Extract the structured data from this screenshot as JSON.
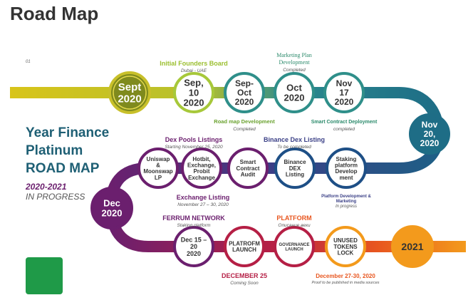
{
  "page_title": "Road Map",
  "small_mark": "01",
  "roadmap_title": [
    "Year Finance",
    "Platinum",
    "ROAD MAP"
  ],
  "roadmap_years": "2020-2021",
  "roadmap_status": "IN PROGRESS",
  "colors": {
    "yellow": "#d8c419",
    "green": "#8dc23f",
    "teal": "#1e6d86",
    "purple": "#6b1f6e",
    "orange": "#f39a1c",
    "title": "#1e5f74",
    "logo": "#1f9a48"
  },
  "milestones": [
    {
      "lines": [
        "Sept",
        "2020"
      ],
      "style": "filled-olive"
    },
    {
      "lines": [
        "Sep,",
        "10",
        "2020"
      ],
      "style": "ring-green"
    },
    {
      "lines": [
        "Sep-",
        "Oct",
        "2020"
      ],
      "style": "ring-teal"
    },
    {
      "lines": [
        "Oct",
        "2020"
      ],
      "style": "ring-teal"
    },
    {
      "lines": [
        "Nov",
        "17",
        "2020"
      ],
      "style": "ring-teal"
    },
    {
      "lines": [
        "Nov",
        "20,",
        "2020"
      ],
      "style": "filled-teal"
    },
    {
      "lines": [
        "Staking",
        "platform",
        "Develop",
        "ment"
      ],
      "style": "ring-navy"
    },
    {
      "lines": [
        "Binance",
        "DEX",
        "Listing"
      ],
      "style": "ring-navy"
    },
    {
      "lines": [
        "Smart",
        "Contract",
        "Audit"
      ],
      "style": "ring-purple"
    },
    {
      "lines": [
        "Hotbit,",
        "Exchange,",
        "Probit",
        "Exchange"
      ],
      "style": "ring-purple"
    },
    {
      "lines": [
        "Uniswap",
        "&",
        "Moonswap",
        "LP"
      ],
      "style": "ring-purple"
    },
    {
      "lines": [
        "Dec",
        "2020"
      ],
      "style": "filled-purple"
    },
    {
      "lines": [
        "Dec 15 –",
        "20",
        "2020"
      ],
      "style": "ring-purple"
    },
    {
      "lines": [
        "PLATROFM",
        "LAUNCH"
      ],
      "style": "ring-red"
    },
    {
      "lines": [
        "GOVERNANCE",
        "LAUNCH"
      ],
      "style": "ring-red"
    },
    {
      "lines": [
        "UNUSED",
        "TOKENS",
        "LOCK"
      ],
      "style": "ring-orange"
    },
    {
      "lines": [
        "2021"
      ],
      "style": "filled-orange"
    }
  ],
  "labels": {
    "founders_board": "Initial Founders Board",
    "founders_board_sub": "Dubai - UAE",
    "marketing_plan": [
      "Marketing Plan",
      "Development"
    ],
    "marketing_plan_sub": "Completed",
    "road_map_dev": "Road map Development",
    "road_map_dev_sub": "Completed",
    "smart_contract_dep": "Smart Contract Deployment",
    "smart_contract_dep_sub": "completed",
    "dex_pools": "Dex Pools Listings",
    "dex_pools_sub": "Starting November 25, 2020",
    "binance_dex": "Binance Dex Listing",
    "binance_dex_sub": "To be completed",
    "exchange_listing": "Exchange Listing",
    "exchange_listing_sub": "November 27 – 30, 2020",
    "platform_dev": [
      "Platform Development  &",
      "Marketing"
    ],
    "platform_dev_sub": "In progress",
    "ferrum": "FERRUM NETWORK",
    "ferrum_sub": "Staking platform",
    "platform": "PLATFORM",
    "platform_sub": "Описание вехи",
    "dec25": "DECEMBER 25",
    "dec25_sub": "Coming Soon",
    "dec27": "December 27-30, 2020",
    "dec27_sub": "Proof to be published in media sources"
  }
}
